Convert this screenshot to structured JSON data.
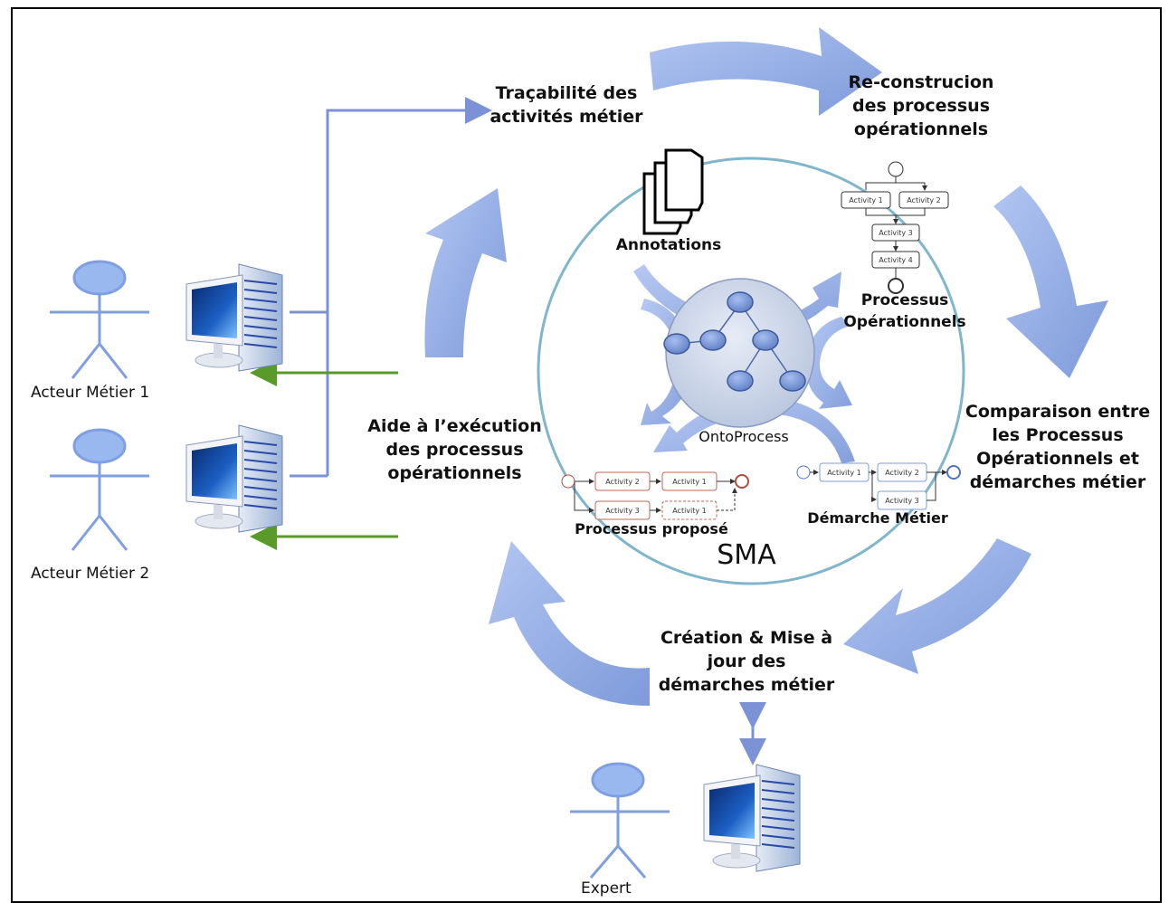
{
  "labels": {
    "tracabilite": "Traçabilité des activités métier",
    "reconstruction": "Re-construcion des processus opérationnels",
    "comparaison": "Comparaison entre les Processus Opérationnels et démarches métier",
    "creation": "Création & Mise à jour des démarches métier",
    "aide": "Aide à l’exécution des processus opérationnels",
    "annotations": "Annotations",
    "processus_operationnels": "Processus Opérationnels",
    "ontoprocess": "OntoProcess",
    "processus_propose": "Processus proposé",
    "demarche_metier": "Démarche Métier",
    "sma": "SMA"
  },
  "actors": {
    "actor1": "Acteur Métier 1",
    "actor2": "Acteur Métier 2",
    "expert": "Expert"
  },
  "process_top": {
    "a1": "Activity 1",
    "a2": "Activity 2",
    "a3": "Activity 3",
    "a4": "Activity 4"
  },
  "process_proposed": {
    "a2": "Activity 2",
    "a1": "Activity 1",
    "a3": "Activity 3",
    "a1b": "Activity 1"
  },
  "process_demarche": {
    "a1": "Activity 1",
    "a2": "Activity 2",
    "a3": "Activity 3"
  },
  "colors": {
    "cycle_arrow": "#8aa6de",
    "ring": "#7fb6cc",
    "actor": "#9ab8f0",
    "green_arrow": "#5a9a2a",
    "line_blue": "#7b93d6",
    "node": "#6f8ecf"
  }
}
